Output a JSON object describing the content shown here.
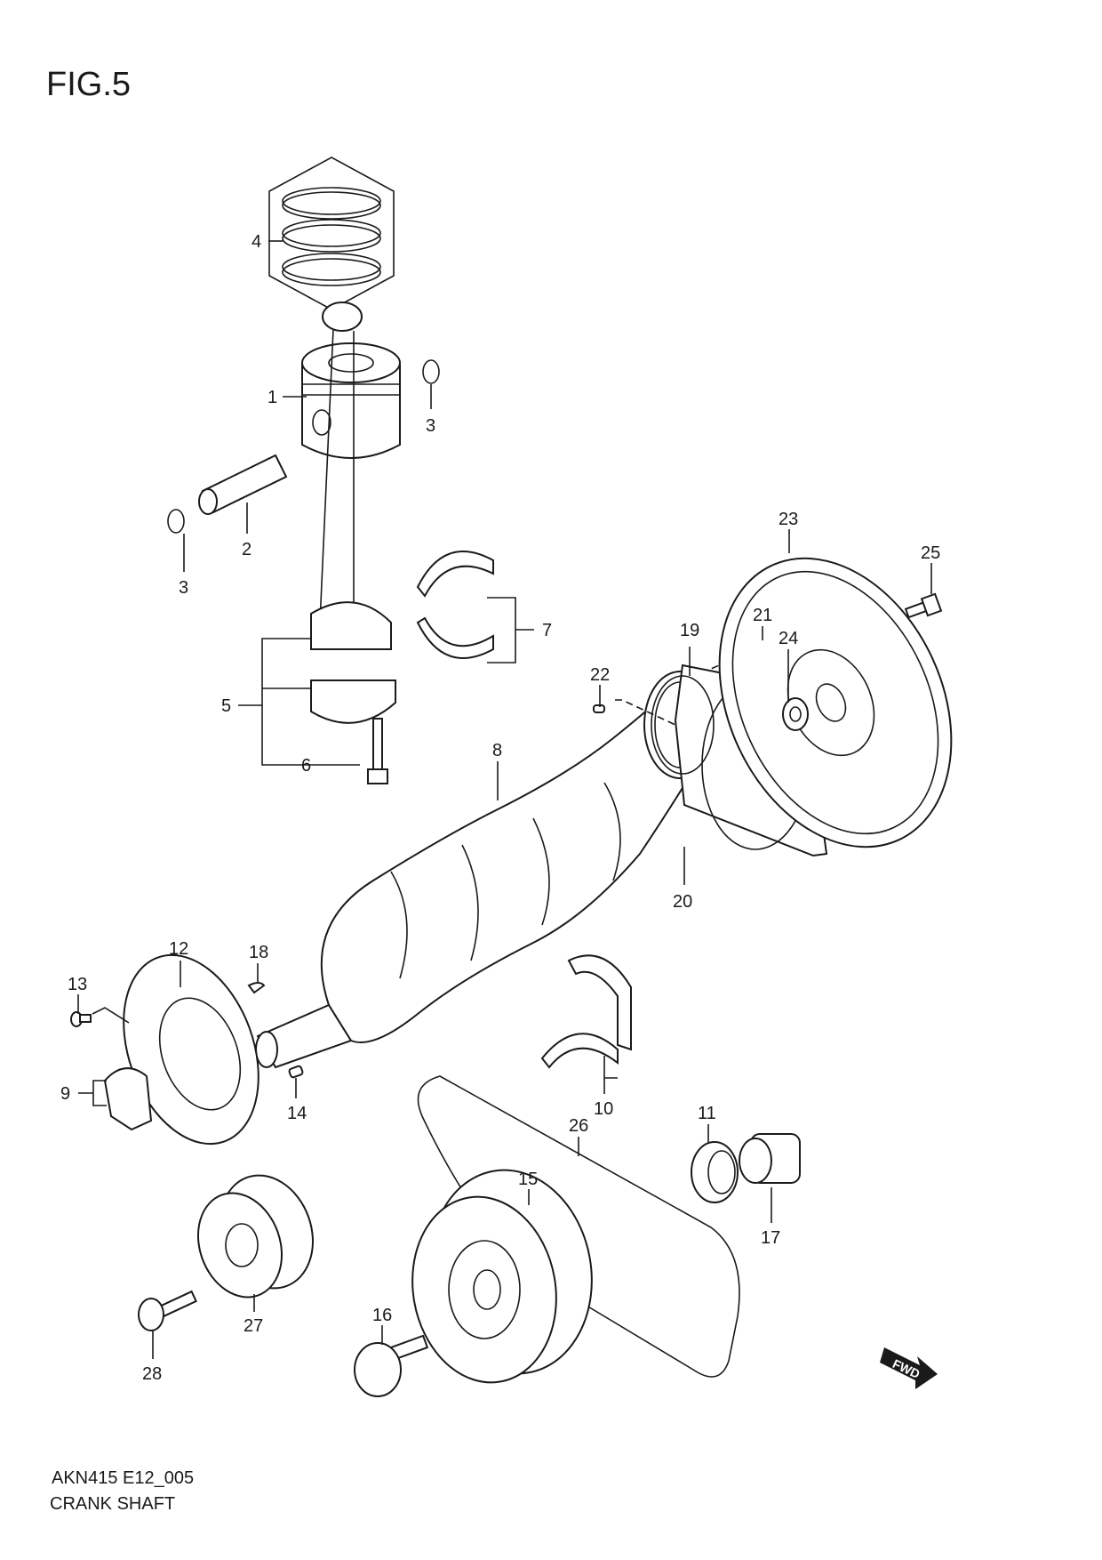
{
  "figure": {
    "title": "FIG.5"
  },
  "footer": {
    "code": "AKN415 E12_005",
    "caption": "CRANK SHAFT"
  },
  "direction_marker": {
    "label": "FWD",
    "icon": "fwd-arrow-icon"
  },
  "callouts": [
    {
      "id": "1"
    },
    {
      "id": "2"
    },
    {
      "id": "3a",
      "label": "3"
    },
    {
      "id": "3b",
      "label": "3"
    },
    {
      "id": "4"
    },
    {
      "id": "5"
    },
    {
      "id": "6"
    },
    {
      "id": "7"
    },
    {
      "id": "8"
    },
    {
      "id": "9"
    },
    {
      "id": "10"
    },
    {
      "id": "11"
    },
    {
      "id": "12"
    },
    {
      "id": "13"
    },
    {
      "id": "14"
    },
    {
      "id": "15"
    },
    {
      "id": "16"
    },
    {
      "id": "17"
    },
    {
      "id": "18"
    },
    {
      "id": "19"
    },
    {
      "id": "20"
    },
    {
      "id": "21"
    },
    {
      "id": "22"
    },
    {
      "id": "23"
    },
    {
      "id": "24"
    },
    {
      "id": "25"
    },
    {
      "id": "26"
    },
    {
      "id": "27"
    },
    {
      "id": "28"
    }
  ],
  "labels": {
    "c1": "1",
    "c2": "2",
    "c3a": "3",
    "c3b": "3",
    "c4": "4",
    "c5": "5",
    "c6": "6",
    "c7": "7",
    "c8": "8",
    "c9": "9",
    "c10": "10",
    "c11": "11",
    "c12": "12",
    "c13": "13",
    "c14": "14",
    "c15": "15",
    "c16": "16",
    "c17": "17",
    "c18": "18",
    "c19": "19",
    "c20": "20",
    "c21": "21",
    "c22": "22",
    "c23": "23",
    "c24": "24",
    "c25": "25",
    "c26": "26",
    "c27": "27",
    "c28": "28"
  }
}
